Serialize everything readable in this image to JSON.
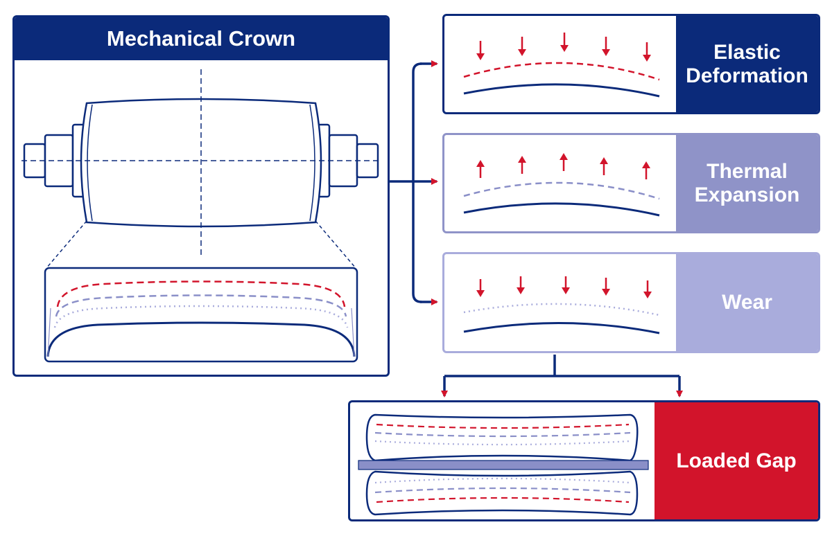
{
  "colors": {
    "navy": "#0b2a7a",
    "red": "#d2142b",
    "periwinkle": "#8a8fc8",
    "lavender": "#a9acdc",
    "thermal_border": "#8f93c8",
    "wear_border": "#a9acdc"
  },
  "mechanical_crown": {
    "title": "Mechanical Crown"
  },
  "elastic": {
    "line1": "Elastic",
    "line2": "Deformation"
  },
  "thermal": {
    "line1": "Thermal",
    "line2": "Expansion"
  },
  "wear": {
    "label": "Wear"
  },
  "loaded_gap": {
    "label": "Loaded Gap"
  },
  "arrows": {
    "elastic_direction": "down",
    "thermal_direction": "up",
    "wear_direction": "down"
  }
}
